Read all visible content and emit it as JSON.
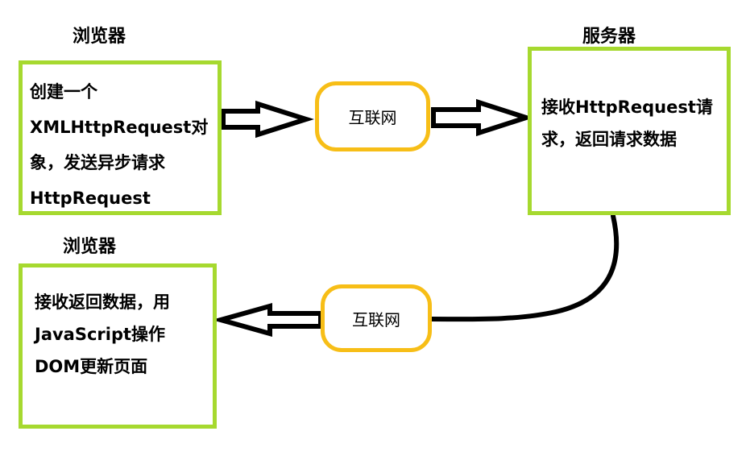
{
  "browser_top": {
    "title": "浏览器",
    "lines": [
      "创建一个",
      "XMLHttpRequest对",
      "象，发送异步请求",
      "HttpRequest"
    ]
  },
  "internet_top": {
    "label": "互联网"
  },
  "server": {
    "title": "服务器",
    "lines": [
      "接收HttpRequest请",
      "求，返回请求数据"
    ]
  },
  "browser_bottom": {
    "title": "浏览器",
    "lines": [
      "接收返回数据，用",
      "JavaScript操作",
      "DOM更新页面"
    ]
  },
  "internet_bottom": {
    "label": "互联网"
  },
  "colors": {
    "box_border": "#a6d92f",
    "internet_border": "#f7be17",
    "arrow": "#000000"
  }
}
